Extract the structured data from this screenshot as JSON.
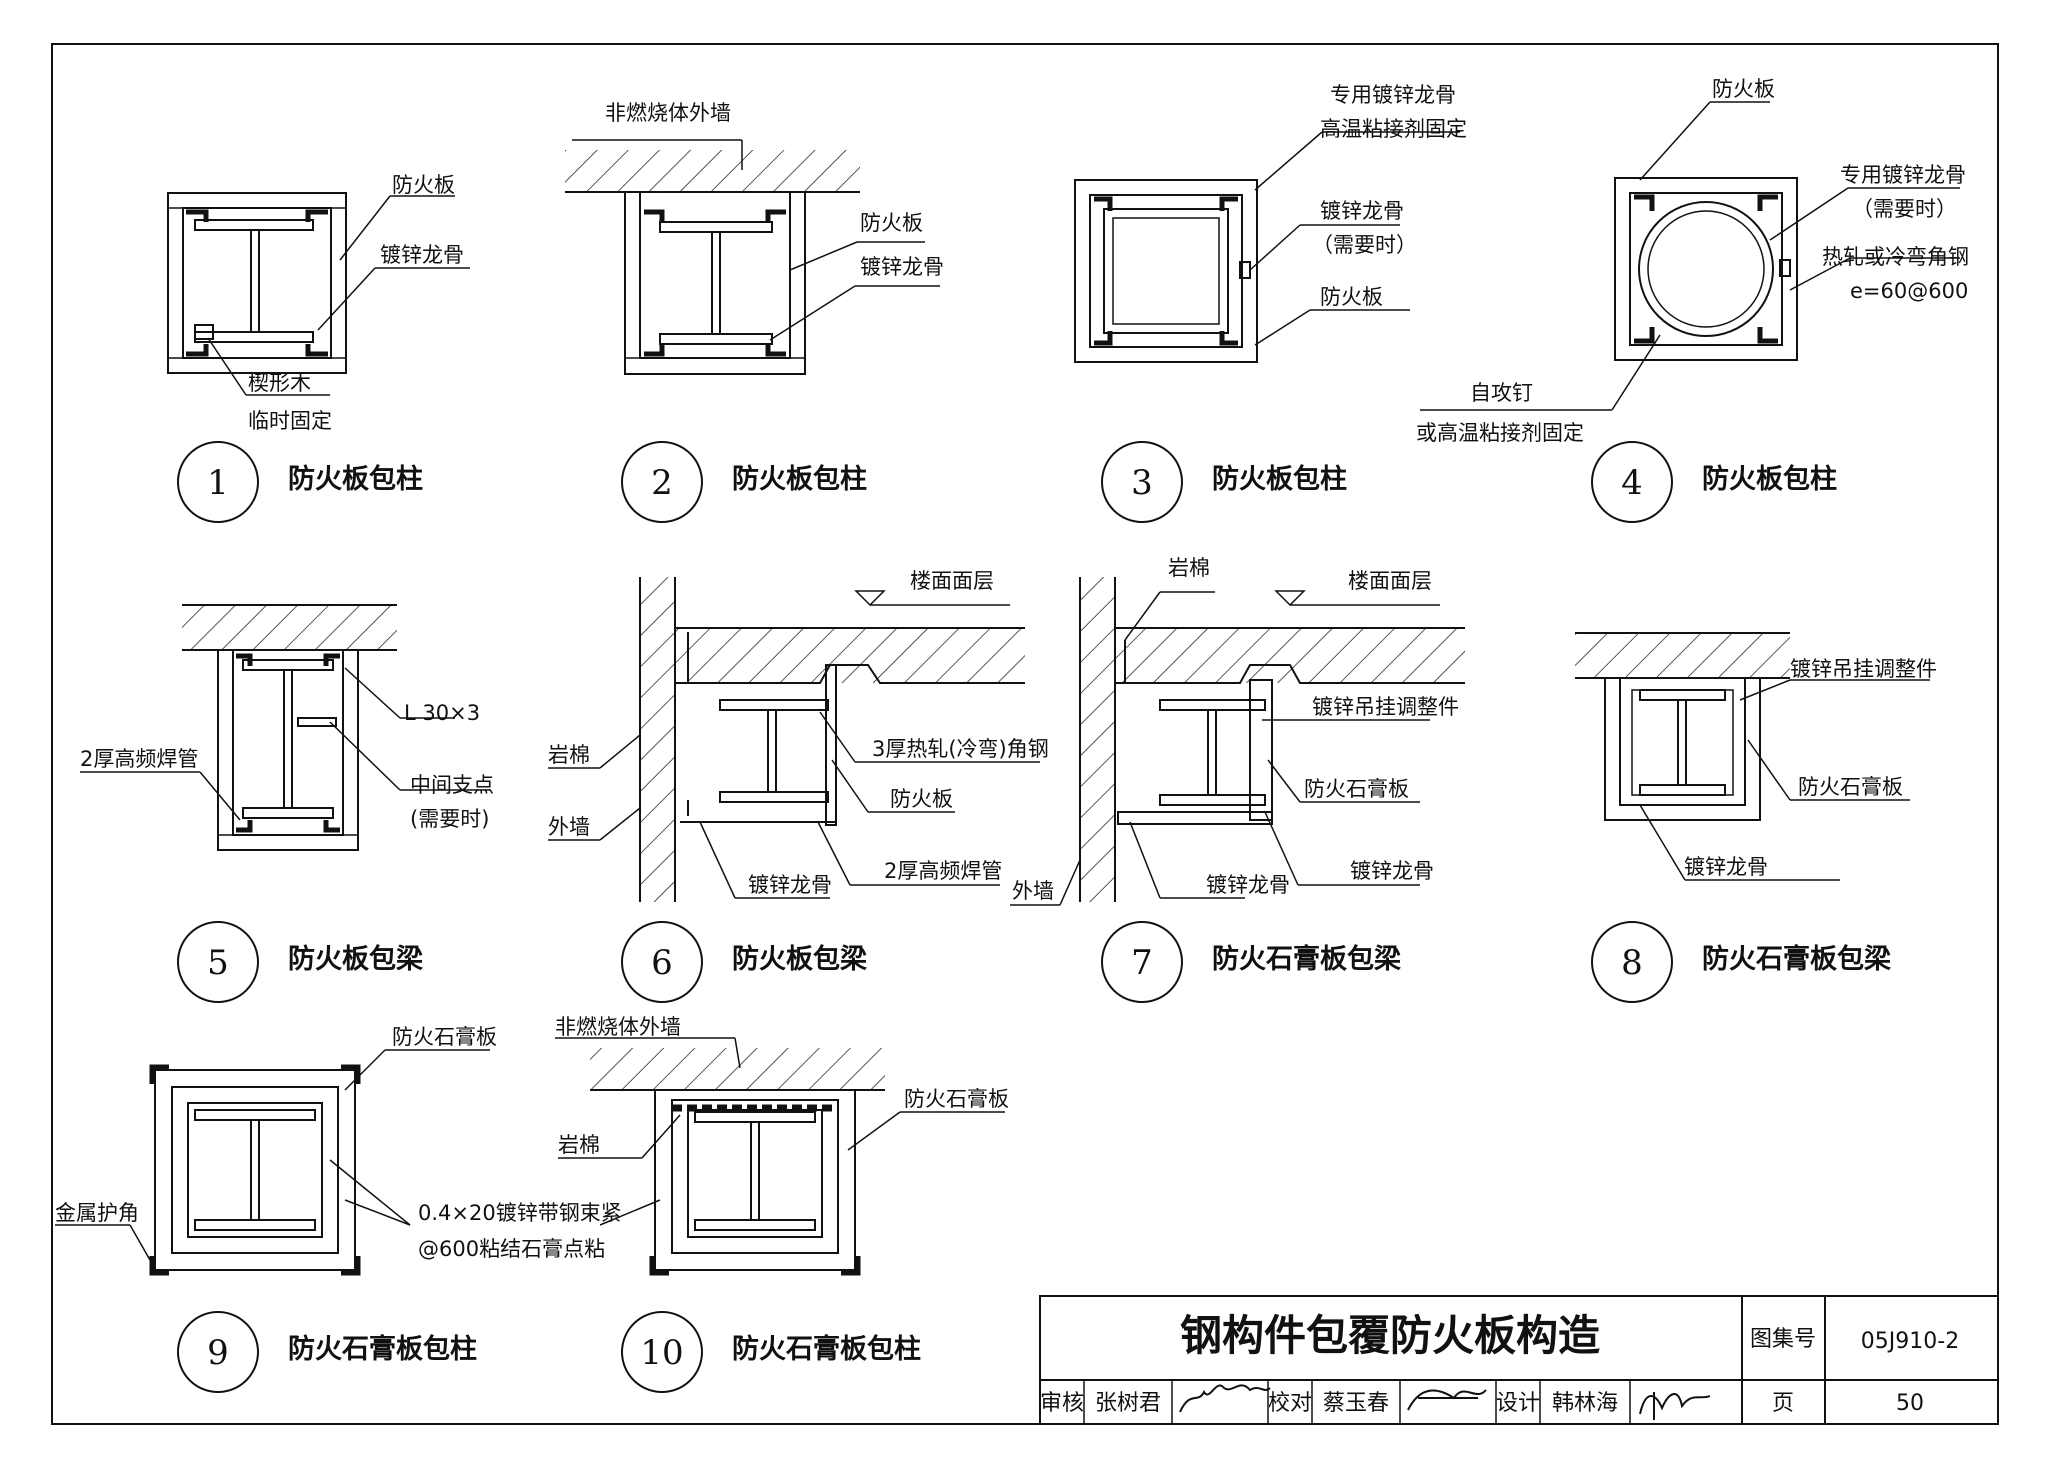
{
  "details": [
    {
      "num": "1",
      "title": "防火板包柱"
    },
    {
      "num": "2",
      "title": "防火板包柱"
    },
    {
      "num": "3",
      "title": "防火板包柱"
    },
    {
      "num": "4",
      "title": "防火板包柱"
    },
    {
      "num": "5",
      "title": "防火板包梁"
    },
    {
      "num": "6",
      "title": "防火板包梁"
    },
    {
      "num": "7",
      "title": "防火石膏板包梁"
    },
    {
      "num": "8",
      "title": "防火石膏板包梁"
    },
    {
      "num": "9",
      "title": "防火石膏板包柱"
    },
    {
      "num": "10",
      "title": "防火石膏板包柱"
    }
  ],
  "labels": {
    "fire_board": "防火板",
    "galv_keel": "镀锌龙骨",
    "wedge_wood": "楔形木",
    "temp_fix": "临时固定",
    "non_burnt_wall": "非燃烧体外墙",
    "special_keel": "专用镀锌龙骨",
    "high_temp_glue": "高温粘接剂固定",
    "when_needed": "（需要时）",
    "hot_rolled_angle": "热轧或冷弯角钢",
    "spacing": "e=60@600",
    "self_tap": "自攻钉",
    "or_glue": "或高温粘接剂固定",
    "angle_30": "L 30×3",
    "hf_pipe": "2厚高频焊管",
    "mid_support": "中间支点",
    "mid_support_need": "(需要时)",
    "rock_wool": "岩棉",
    "outer_wall": "外墙",
    "floor_finish": "楼面面层",
    "angle_3mm": "3厚热轧(冷弯)角钢",
    "galv_hanger": "镀锌吊挂调整件",
    "fire_gypsum": "防火石膏板",
    "metal_corner": "金属护角",
    "steel_strap": "0.4×20镀锌带钢束紧",
    "gypsum_dot": "@600粘结石膏点粘"
  },
  "title_block": {
    "drawing_title": "钢构件包覆防火板构造",
    "atlas_label": "图集号",
    "atlas_no": "05J910-2",
    "review_label": "审核",
    "reviewer": "张树君",
    "check_label": "校对",
    "checker": "蔡玉春",
    "design_label": "设计",
    "designer": "韩林海",
    "page_label": "页",
    "page_no": "50"
  }
}
